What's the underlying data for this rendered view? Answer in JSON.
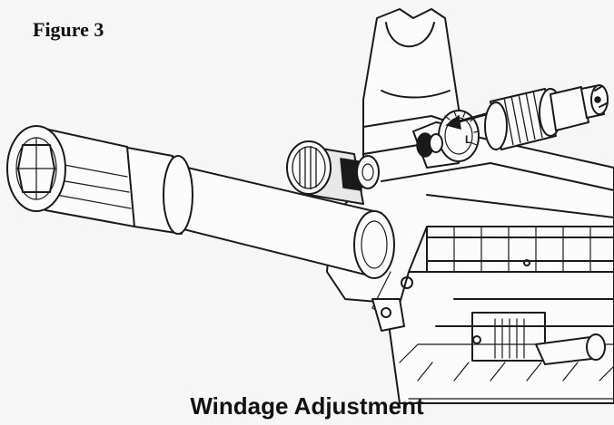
{
  "figure_label": "Figure 3",
  "caption": "Windage Adjustment",
  "drum_marking": "L",
  "colors": {
    "line": "#1a1a1a",
    "background": "#f6f6f6"
  },
  "icons": [
    "flash-hider",
    "barrel",
    "front-sight-post",
    "windage-drum",
    "adjustment-tool",
    "handguard-rail",
    "direction-arrow"
  ]
}
